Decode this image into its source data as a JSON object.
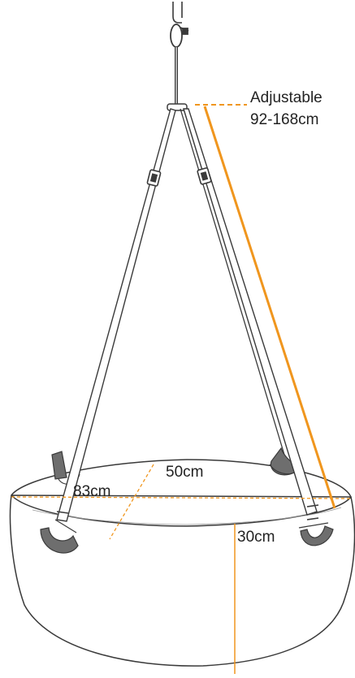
{
  "labels": {
    "adjustable_title": "Adjustable",
    "adjustable_range": "92-168cm",
    "width": "83cm",
    "depth": "50cm",
    "height": "30cm"
  },
  "colors": {
    "accent": "#f0961e",
    "outline": "#3a3a3a",
    "fabric": "#ffffff",
    "strap_shade": "#6e6e6e"
  },
  "icons": {
    "hook": "hook-icon",
    "carabiner": "carabiner-icon"
  }
}
